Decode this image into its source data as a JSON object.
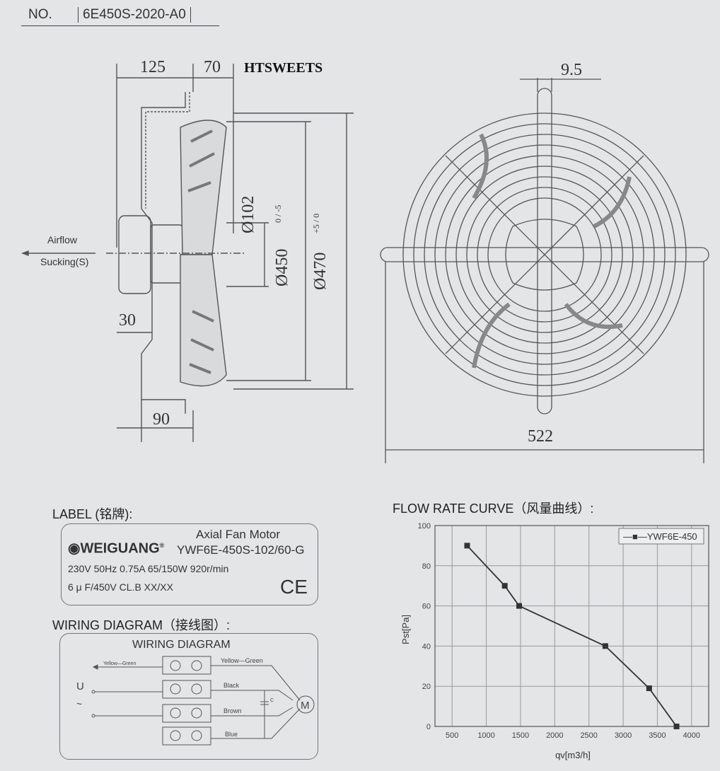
{
  "header": {
    "no_label": "NO.",
    "no_value": "6E450S-2020-A0"
  },
  "brand_watermark": "HTSWEETS",
  "side_view": {
    "airflow": "Airflow",
    "sucking": "Sucking(S)",
    "dims": {
      "d125": "125",
      "d70": "70",
      "d30": "30",
      "d90": "90",
      "dia102": "Ø102",
      "dia450": "Ø450",
      "dia450_tol": "0 / -5",
      "dia470": "Ø470",
      "dia470_tol": "+5 / 0"
    }
  },
  "front_view": {
    "dims": {
      "d9_5": "9.5",
      "d522": "522"
    }
  },
  "label_section": {
    "title": "LABEL (铭牌):",
    "logo_text": "WEIGUANG",
    "registered": "®",
    "product_type": "Axial Fan Motor",
    "model": "YWF6E-450S-102/60-G",
    "specs_line1": "230V 50Hz 0.75A 65/150W 920r/min",
    "specs_line2": "6 μ F/450V CL.B XX/XX",
    "ce_mark": "CE"
  },
  "wiring_section": {
    "title": "WIRING DIAGRAM（接线图）:",
    "box_title": "WIRING DIAGRAM",
    "left_wire": "Yellow—Green",
    "supply_u": "U",
    "supply_ac": "~",
    "wires": [
      "Yellow—Green",
      "Black",
      "Brown",
      "Blue"
    ],
    "capacitor": "C",
    "motor": "M"
  },
  "flow_section": {
    "title": "FLOW RATE CURVE（风量曲线）:"
  },
  "chart_data": {
    "type": "line",
    "title": "FLOW RATE CURVE（风量曲线）:",
    "xlabel": "qv[m3/h]",
    "ylabel": "Pst[Pa]",
    "xlim": [
      250,
      4250
    ],
    "ylim": [
      0,
      100
    ],
    "xticks": [
      500,
      1000,
      1500,
      2000,
      2500,
      3000,
      3500,
      4000
    ],
    "yticks": [
      0,
      20,
      40,
      60,
      80,
      100
    ],
    "grid": true,
    "legend_position": "top-right",
    "series": [
      {
        "name": "YWF6E-450",
        "x": [
          720,
          1270,
          1480,
          2740,
          3380,
          3780
        ],
        "y": [
          90,
          70,
          60,
          40,
          19,
          0
        ]
      }
    ],
    "legend_text": "—■—YWF6E-450"
  }
}
